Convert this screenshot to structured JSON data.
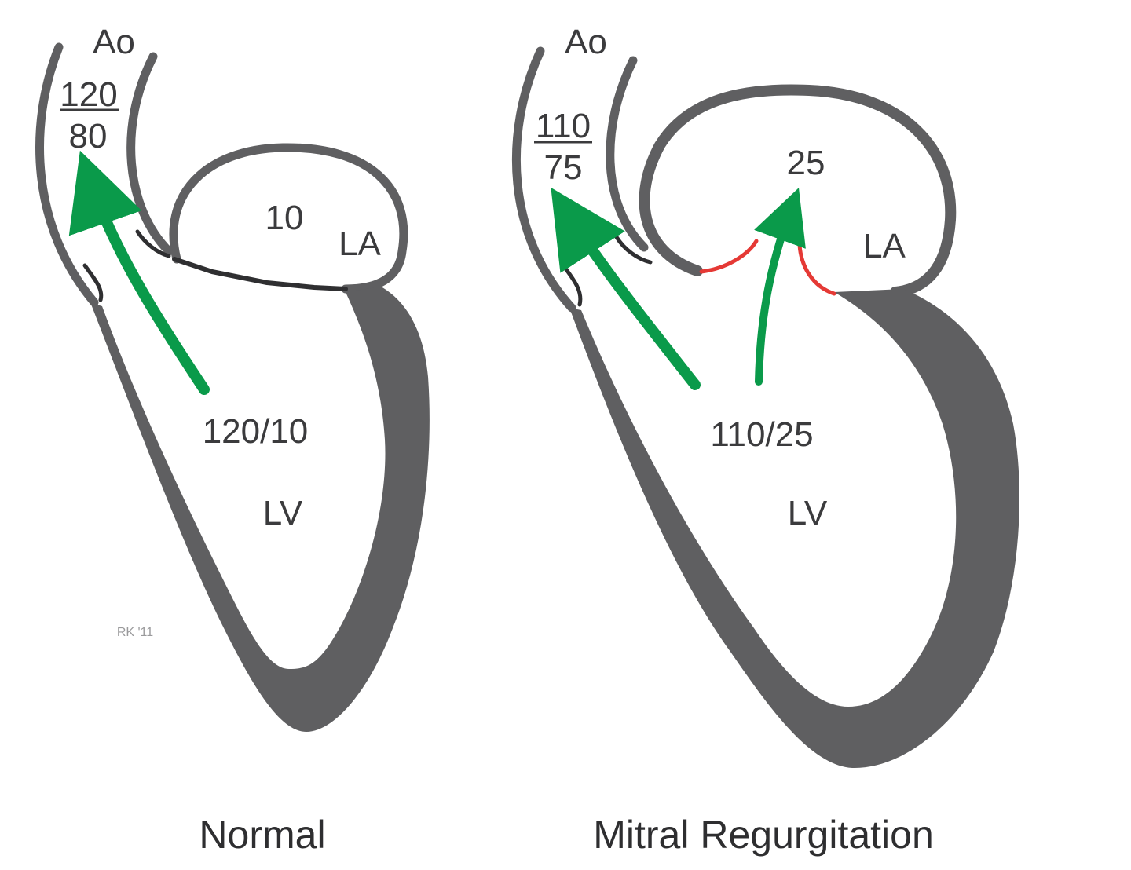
{
  "colors": {
    "wall": "#5f5f61",
    "flow_arrow": "#0a9a4a",
    "leaky_valve": "#e53935",
    "text": "#3b3b3d"
  },
  "normal": {
    "caption": "Normal",
    "aorta_label": "Ao",
    "aortic_systolic": "120",
    "aortic_diastolic": "80",
    "atrium_label": "LA",
    "atrial_pressure": "10",
    "ventricle_label": "LV",
    "ventricular_pressure": "120/10",
    "signature": "RK '11"
  },
  "mitral_regurgitation": {
    "caption": "Mitral Regurgitation",
    "aorta_label": "Ao",
    "aortic_systolic": "110",
    "aortic_diastolic": "75",
    "atrium_label": "LA",
    "atrial_pressure": "25",
    "ventricle_label": "LV",
    "ventricular_pressure": "110/25"
  }
}
